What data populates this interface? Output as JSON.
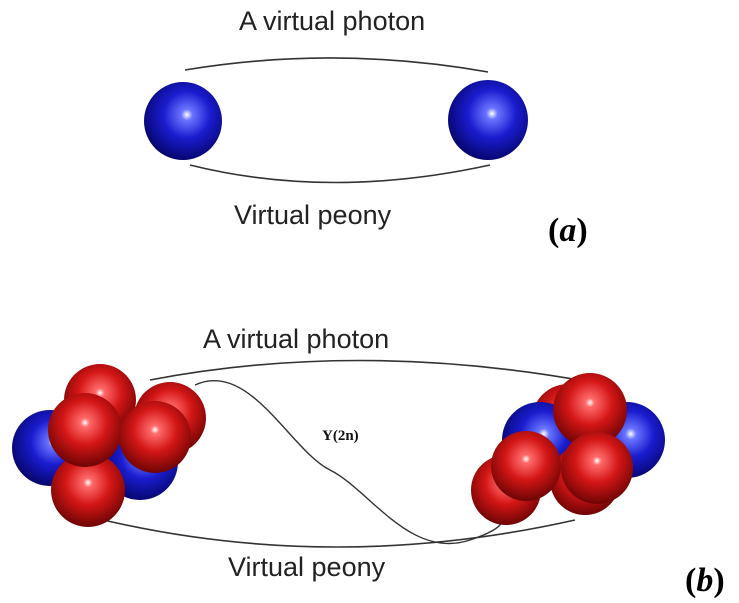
{
  "panel_a": {
    "top_label": "A virtual photon",
    "bottom_label": "Virtual peony",
    "tag_open": "(",
    "tag_letter": "a",
    "tag_close": ")",
    "ball_color": "blue"
  },
  "panel_b": {
    "top_label": "A virtual photon",
    "bottom_label": "Virtual peony",
    "wave_label": "Y(2n)",
    "tag_open": "(",
    "tag_letter": "b",
    "tag_close": ")",
    "ball_colors": [
      "blue",
      "red"
    ]
  },
  "colors": {
    "blue": "#1a1ccf",
    "red": "#d41616",
    "line": "#333333"
  }
}
